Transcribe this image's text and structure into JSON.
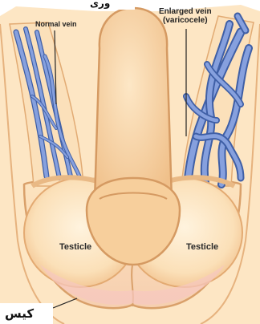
{
  "labels": {
    "normal_vein": "Normal vein",
    "enlarged_vein_line1": "Enlarged vein",
    "enlarged_vein_line2": "(varicocele)",
    "testicle_left": "Testicle",
    "testicle_right": "Testicle"
  },
  "caption": {
    "top_fragment": "وری",
    "bottom_fragment": "کیس"
  },
  "colors": {
    "skin": "#fcdcb0",
    "skin_shade": "#f3c48c",
    "outline": "#d29a62",
    "vein": "#7e98d8",
    "vein_dark": "#3f5fa6",
    "scrotum_tint": "#f6c8c0"
  }
}
